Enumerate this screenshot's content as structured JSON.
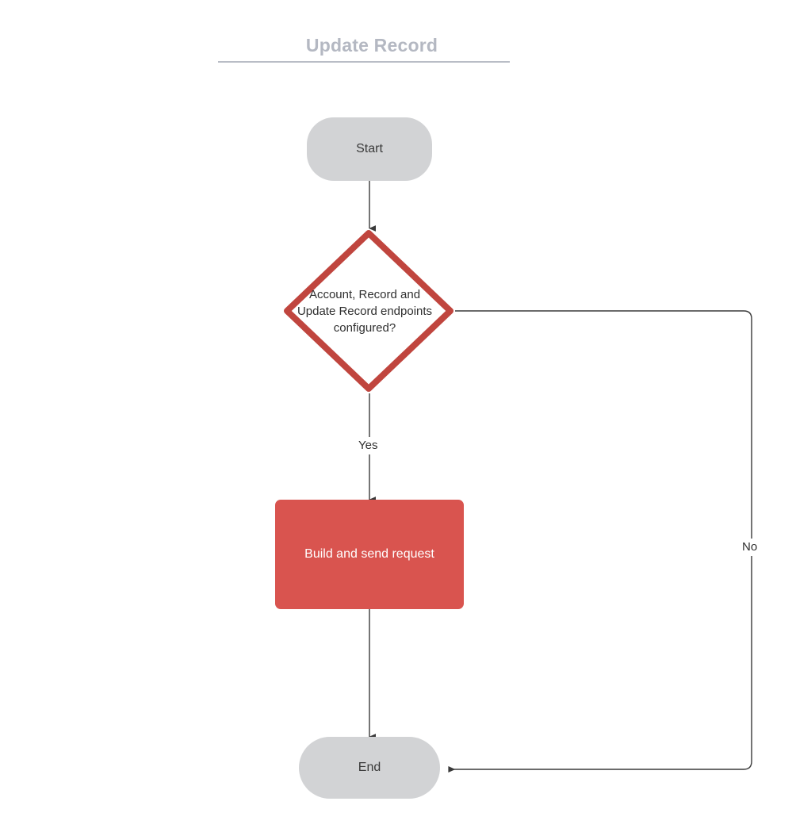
{
  "diagram": {
    "title": "Update Record",
    "type": "flowchart",
    "colors": {
      "title_text": "#b4b8c2",
      "title_rule": "#b9bdc6",
      "terminator_fill": "#d2d3d5",
      "terminator_text": "#3a3a3a",
      "process_fill": "#d9544f",
      "process_text": "#ffffff",
      "decision_stroke": "#c0453e",
      "decision_fill": "#ffffff",
      "decision_text": "#2f2f2f",
      "edge_stroke": "#3a3a3a",
      "canvas_background": "#ffffff"
    },
    "nodes": [
      {
        "id": "start",
        "shape": "terminator",
        "label": "Start"
      },
      {
        "id": "decision",
        "shape": "diamond",
        "label": "Account, Record and\nUpdate Record endpoints\nconfigured?"
      },
      {
        "id": "build",
        "shape": "process",
        "label": "Build and send request"
      },
      {
        "id": "end",
        "shape": "terminator",
        "label": "End"
      }
    ],
    "edges": [
      {
        "id": "start-to-decision",
        "from": "start",
        "to": "decision",
        "label": "",
        "arrow": "down"
      },
      {
        "id": "decision-yes-to-build",
        "from": "decision",
        "to": "build",
        "label": "Yes",
        "arrow": "down"
      },
      {
        "id": "build-to-end",
        "from": "build",
        "to": "end",
        "label": "",
        "arrow": "down"
      },
      {
        "id": "decision-no-to-end",
        "from": "decision",
        "to": "end",
        "label": "No",
        "arrow": "left"
      }
    ]
  }
}
